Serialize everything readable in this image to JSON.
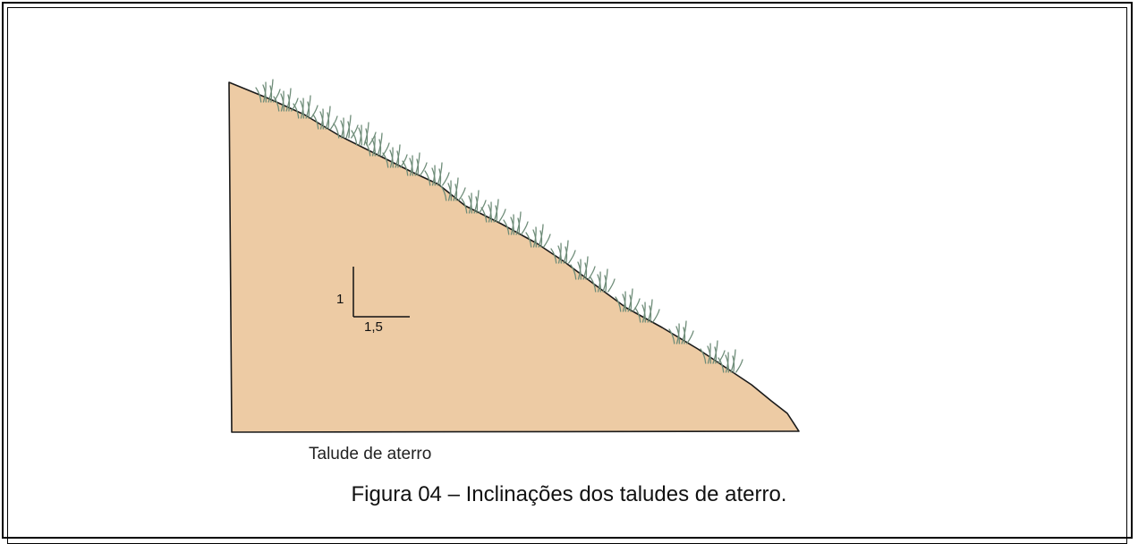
{
  "diagram": {
    "ratio": {
      "vertical": "1",
      "horizontal": "1,5"
    },
    "slope_label": "Talude de aterro",
    "caption": "Figura 04 – Inclinações dos taludes de aterro.",
    "colors": {
      "soil": "#edcba4",
      "grass": "#6e8c78",
      "line": "#1a1a1a"
    }
  }
}
